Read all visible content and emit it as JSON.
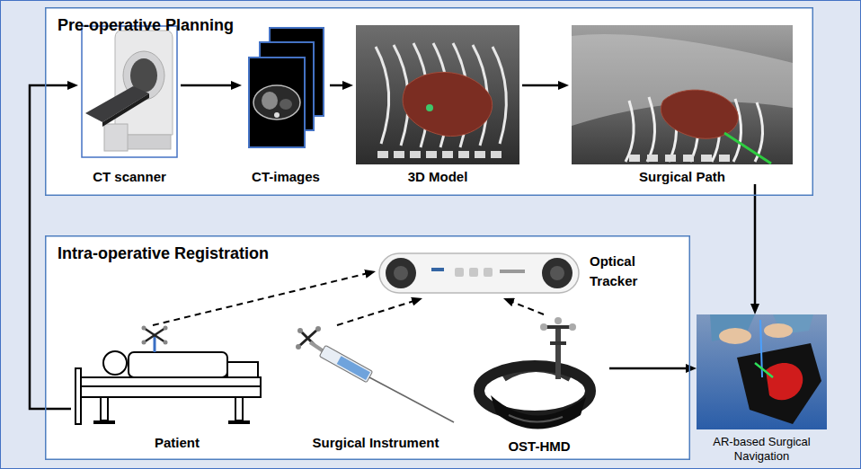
{
  "diagram": {
    "nodes": [
      {
        "text": [
          "Pre-operative Planning"
        ]
      },
      {
        "text": [
          "CT scanner"
        ],
        "in": 0
      },
      {
        "text": [
          "CT-images"
        ],
        "in": 0
      },
      {
        "text": [
          "3D Model"
        ],
        "in": 0
      },
      {
        "text": [
          "Surgical Path"
        ],
        "in": 0
      },
      {
        "text": [
          "Intra-operative Registration"
        ]
      },
      {
        "text": [
          "Optical Tracker"
        ],
        "in": 5
      },
      {
        "text": [
          "Patient"
        ],
        "in": 5
      },
      {
        "text": [
          "Surgical Instrument"
        ],
        "in": 5
      },
      {
        "text": [
          "OST-HMD"
        ],
        "in": 5
      },
      {
        "text": [
          "AR-based Surgical Navigation"
        ]
      }
    ],
    "edges": [
      {
        "from": 1,
        "to": 2,
        "arrow": "to"
      },
      {
        "from": 2,
        "to": 3,
        "arrow": "to"
      },
      {
        "from": 3,
        "to": 4,
        "arrow": "to"
      },
      {
        "from": 4,
        "to": 10,
        "arrow": "to"
      },
      {
        "from": 7,
        "to": 1,
        "arrow": "to"
      },
      {
        "from": 7,
        "to": 6,
        "arrow": "to"
      },
      {
        "from": 8,
        "to": 6,
        "arrow": "to"
      },
      {
        "from": 9,
        "to": 6,
        "arrow": "to"
      },
      {
        "from": 9,
        "to": 10,
        "arrow": "to"
      }
    ]
  }
}
